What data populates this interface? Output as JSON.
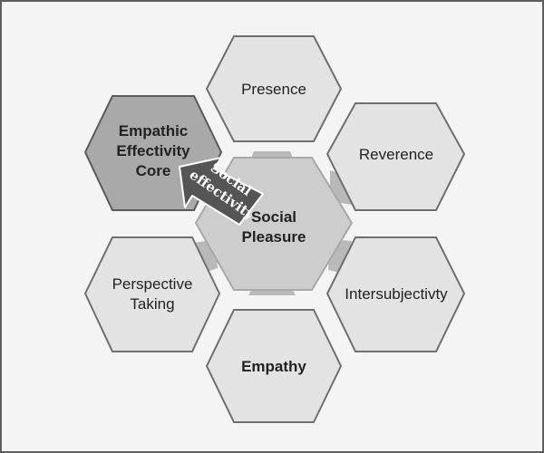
{
  "center": {
    "line1": "Social",
    "line2": "Pleasure"
  },
  "nodes": {
    "presence": {
      "label": "Presence"
    },
    "reverence": {
      "label": "Reverence"
    },
    "intersubjectivity": {
      "label": "Intersubjectivty"
    },
    "empathy": {
      "label": "Empathy"
    },
    "perspective_taking": {
      "line1": "Perspective",
      "line2": "Taking"
    },
    "empathic_core": {
      "line1": "Empathic",
      "line2": "Effectivity",
      "line3": "Core"
    }
  },
  "arrow": {
    "line1": "Social",
    "line2": "effectivity"
  },
  "colors": {
    "background": "#f4f4f4",
    "outer_border": "#5e5e5e",
    "hex_fill": "#e3e3e3",
    "hex_stroke": "#6f6f6f",
    "center_fill": "#cdcdcd",
    "core_fill": "#a9a9a9",
    "connector": "#b9b9b9",
    "arrow_fill": "#555555"
  }
}
